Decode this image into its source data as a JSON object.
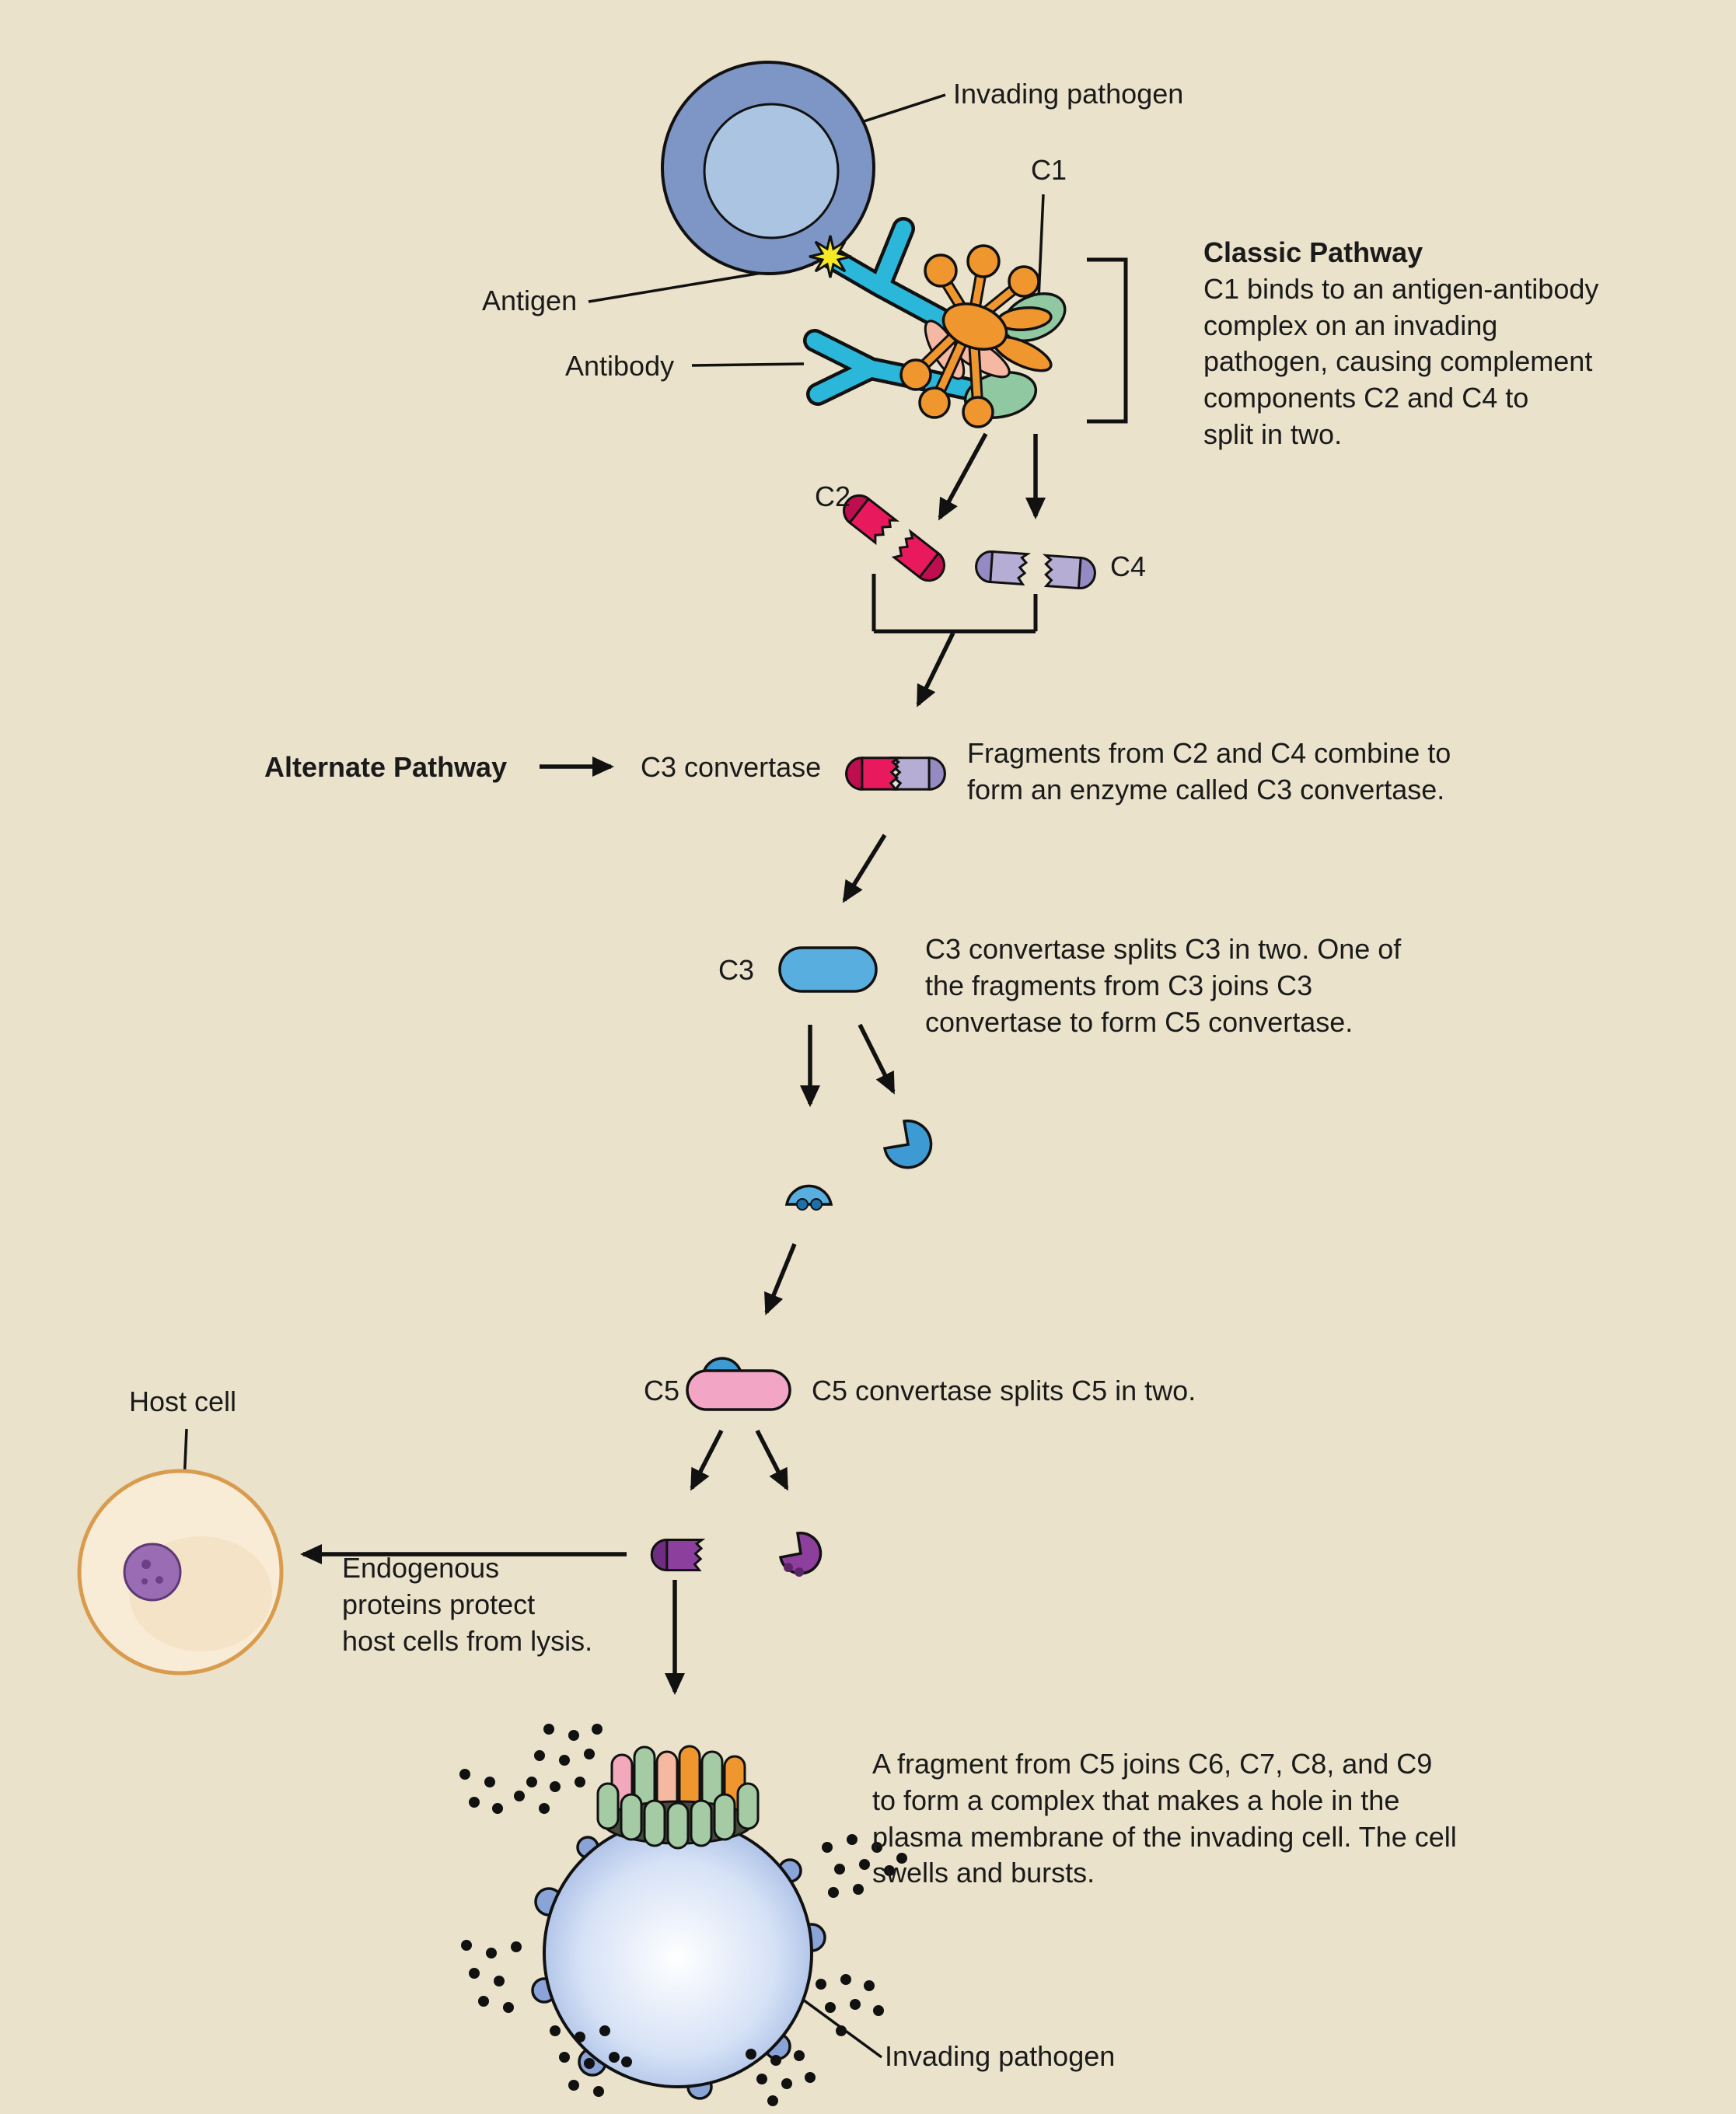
{
  "palette": {
    "background": "#eae2cb",
    "ink": "#111111",
    "pathogen_outer_blue": "#7d96c6",
    "pathogen_inner_blue": "#aac4e2",
    "antibody_cyan": "#2ab7d9",
    "antigen_yellow": "#f6e926",
    "c1_orange": "#f0962f",
    "accessory_green": "#90c9a1",
    "accessory_salmon": "#f5b8a2",
    "c2_red": "#e8195c",
    "c2_red_dark": "#bf0e4e",
    "c4_lavender": "#b5add3",
    "c4_lavender_dark": "#958bc2",
    "c3_blue": "#57aedf",
    "fragment_blue": "#3d9ad2",
    "c5_pink": "#f3a5c6",
    "fragment_purple": "#8d3f9d",
    "fragment_purple_dark": "#5d2569",
    "host_cell_fill": "#f9ecd6",
    "host_cell_outline": "#d99b4e",
    "nucleus_purple": "#9a6cb3",
    "mac_green": "#a5cba5",
    "mac_pink": "#f2a9bb",
    "mac_salmon": "#f5b8a0",
    "mac_orange": "#f0962f",
    "membrane_blue": "#8aa4d8"
  },
  "labels": {
    "invading_pathogen_top": "Invading pathogen",
    "c1": "C1",
    "antigen": "Antigen",
    "antibody": "Antibody",
    "c2": "C2",
    "c4": "C4",
    "alternate_pathway": "Alternate Pathway",
    "c3_convertase": "C3 convertase",
    "c3": "C3",
    "c5": "C5",
    "host_cell": "Host cell",
    "invading_pathogen_bottom": "Invading pathogen"
  },
  "annotations": {
    "classic_title": "Classic Pathway",
    "classic_body": "C1 binds to an antigen-antibody\ncomplex on an invading\npathogen, causing complement\ncomponents C2 and C4 to\nsplit in two.",
    "c3_convertase_note": "Fragments from C2 and C4 combine to\nform an enzyme called C3 convertase.",
    "c3_note": "C3 convertase splits C3 in two. One of\nthe fragments from C3 joins C3\nconvertase to form C5 convertase.",
    "c5_note": "C5 convertase splits C5 in two.",
    "endogenous_note": "Endogenous\nproteins protect\nhost cells from lysis.",
    "mac_note": "A fragment from C5 joins C6, C7, C8, and C9\nto form a complex that makes a hole in the\nplasma membrane of the invading cell. The cell\nswells and bursts."
  }
}
